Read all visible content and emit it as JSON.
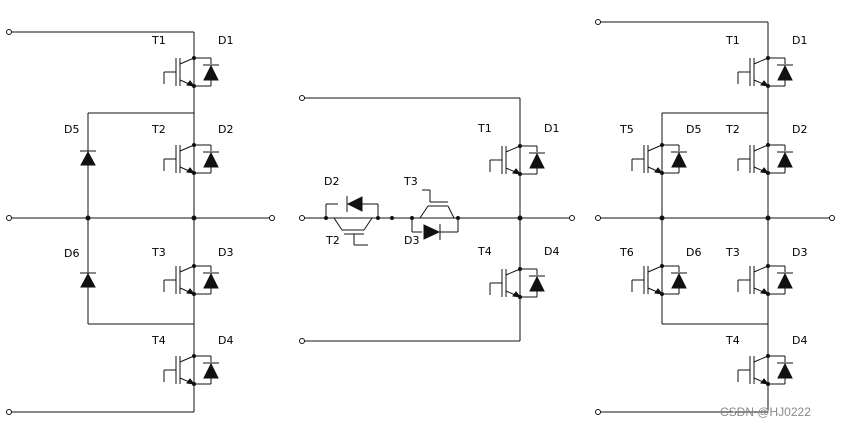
{
  "diagrams": [
    {
      "topology": "NPC three-level phase leg",
      "switches": [
        "T1",
        "T2",
        "T3",
        "T4"
      ],
      "diodes": [
        "D1",
        "D2",
        "D3",
        "D4"
      ],
      "clamp_diodes": [
        "D5",
        "D6"
      ]
    },
    {
      "topology": "T-type three-level phase leg",
      "switches": [
        "T1",
        "T2",
        "T3",
        "T4"
      ],
      "diodes": [
        "D1",
        "D2",
        "D3",
        "D4"
      ]
    },
    {
      "topology": "ANPC three-level phase leg",
      "switches": [
        "T1",
        "T2",
        "T3",
        "T4",
        "T5",
        "T6"
      ],
      "diodes": [
        "D1",
        "D2",
        "D3",
        "D4",
        "D5",
        "D6"
      ]
    }
  ],
  "watermark": "CSDN @HJ0222"
}
